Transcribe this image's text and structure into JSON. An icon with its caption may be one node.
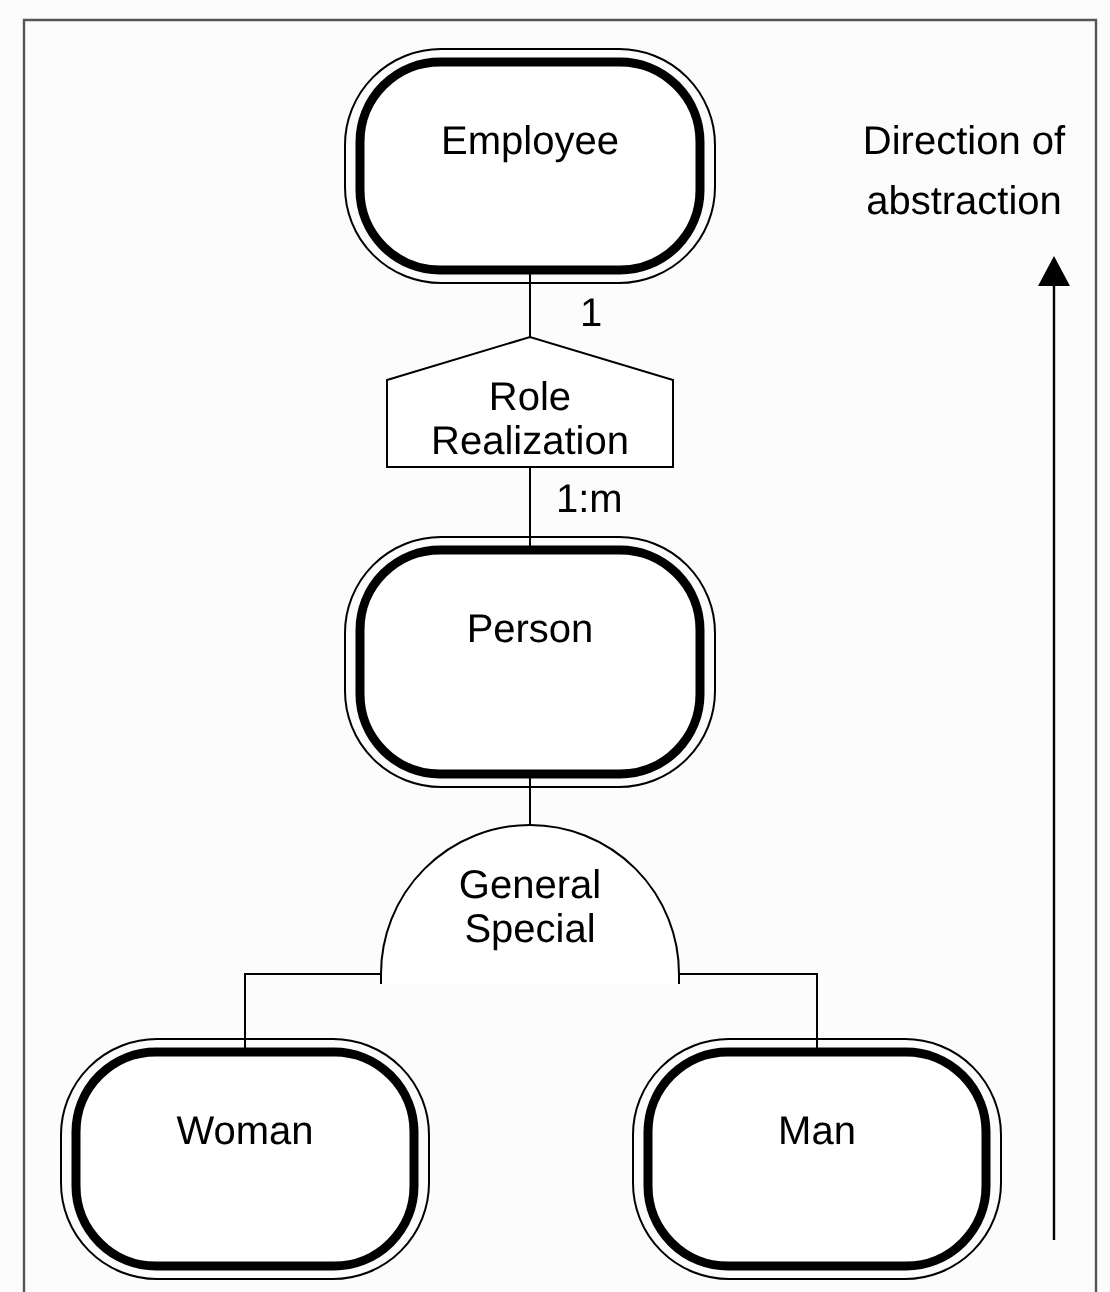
{
  "diagram": {
    "nodes": [
      {
        "text": [
          "Employee"
        ]
      },
      {
        "text": [
          "Role Realization"
        ]
      },
      {
        "text": [
          "Person"
        ]
      },
      {
        "text": [
          "General Special"
        ]
      },
      {
        "text": [
          "Woman"
        ]
      },
      {
        "text": [
          "Man"
        ]
      }
    ],
    "edges": [
      {
        "from": 0,
        "to": 1,
        "arrow": "none",
        "label": "1"
      },
      {
        "from": 1,
        "to": 2,
        "arrow": "none",
        "label": "1:m"
      },
      {
        "from": 2,
        "to": 3,
        "arrow": "none"
      },
      {
        "from": 3,
        "to": 4,
        "arrow": "none"
      },
      {
        "from": 3,
        "to": 5,
        "arrow": "none"
      }
    ],
    "labels": [
      "Direction of abstraction"
    ]
  }
}
